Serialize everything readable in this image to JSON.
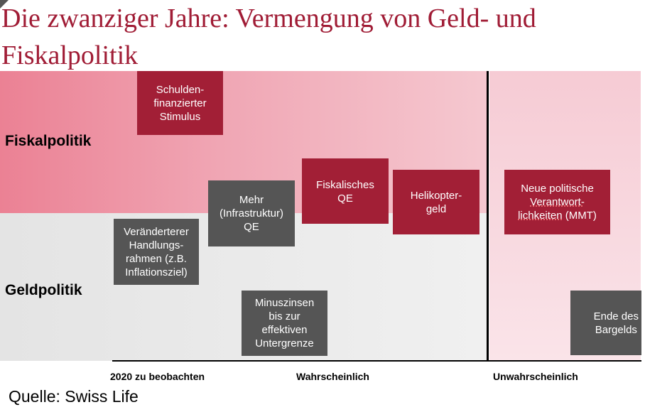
{
  "title": "Die zwanziger Jahre: Vermengung von Geld- und Fiskalpolitik",
  "rows": {
    "fiscal": "Fiskalpolitik",
    "monetary": "Geldpolitik"
  },
  "boxes": {
    "stimulus": "Schulden-\nfinanzierter\nStimulus",
    "infrastructure_qe": "Mehr\n(Infrastruktur)\nQE",
    "fiscal_qe": "Fiskalisches\nQE",
    "helicopter": "Helikopter-\ngeld",
    "mmt_line1": "Neue politische",
    "mmt_line2": "Verantwort-",
    "mmt_line3a": "lichkeiten",
    "mmt_line3b": " (MMT)",
    "framework": "Veränderterer\nHandlungs-\nrahmen (z.B.\nInflationsziel)",
    "negative_rates": "Minuszinsen\nbis zur\neffektiven\nUntergrenze",
    "end_cash": "Ende des\nBargelds"
  },
  "axis": {
    "now": "2020 zu beobachten",
    "likely": "Wahrscheinlich",
    "unlikely": "Unwahrscheinlich"
  },
  "source": "Quelle: Swiss Life",
  "colors": {
    "accent_red": "#a21f36",
    "box_grey": "#555555",
    "title_red": "#a01c35"
  }
}
